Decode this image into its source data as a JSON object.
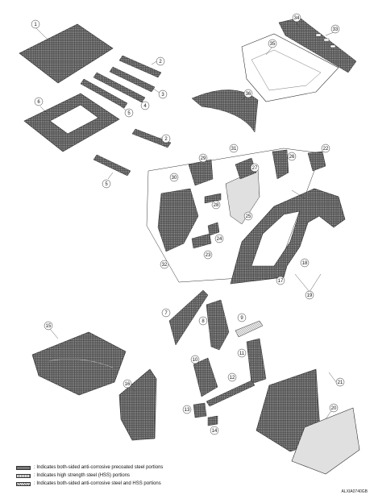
{
  "callouts": [
    "1",
    "2",
    "3",
    "4",
    "5",
    "6",
    "2",
    "5",
    "7",
    "8",
    "9",
    "10",
    "11",
    "12",
    "13",
    "14",
    "15",
    "16",
    "17",
    "18",
    "19",
    "20",
    "21",
    "22",
    "23",
    "24",
    "25",
    "26",
    "27",
    "28",
    "29",
    "30",
    "31",
    "32",
    "33",
    "34",
    "35",
    "36"
  ],
  "legend": {
    "precoated": ": Indicates both-sided anti-corrosive precoated steel portions",
    "hss": ": Indicates high strength steel (HSS) portions",
    "both": ": Indicates both-sided anti-corrosive steel and HSS portions"
  },
  "figure_code": "ALXIA0740GB",
  "colors": {
    "line": "#333333",
    "fill_dark": "#555555",
    "background": "#ffffff"
  }
}
